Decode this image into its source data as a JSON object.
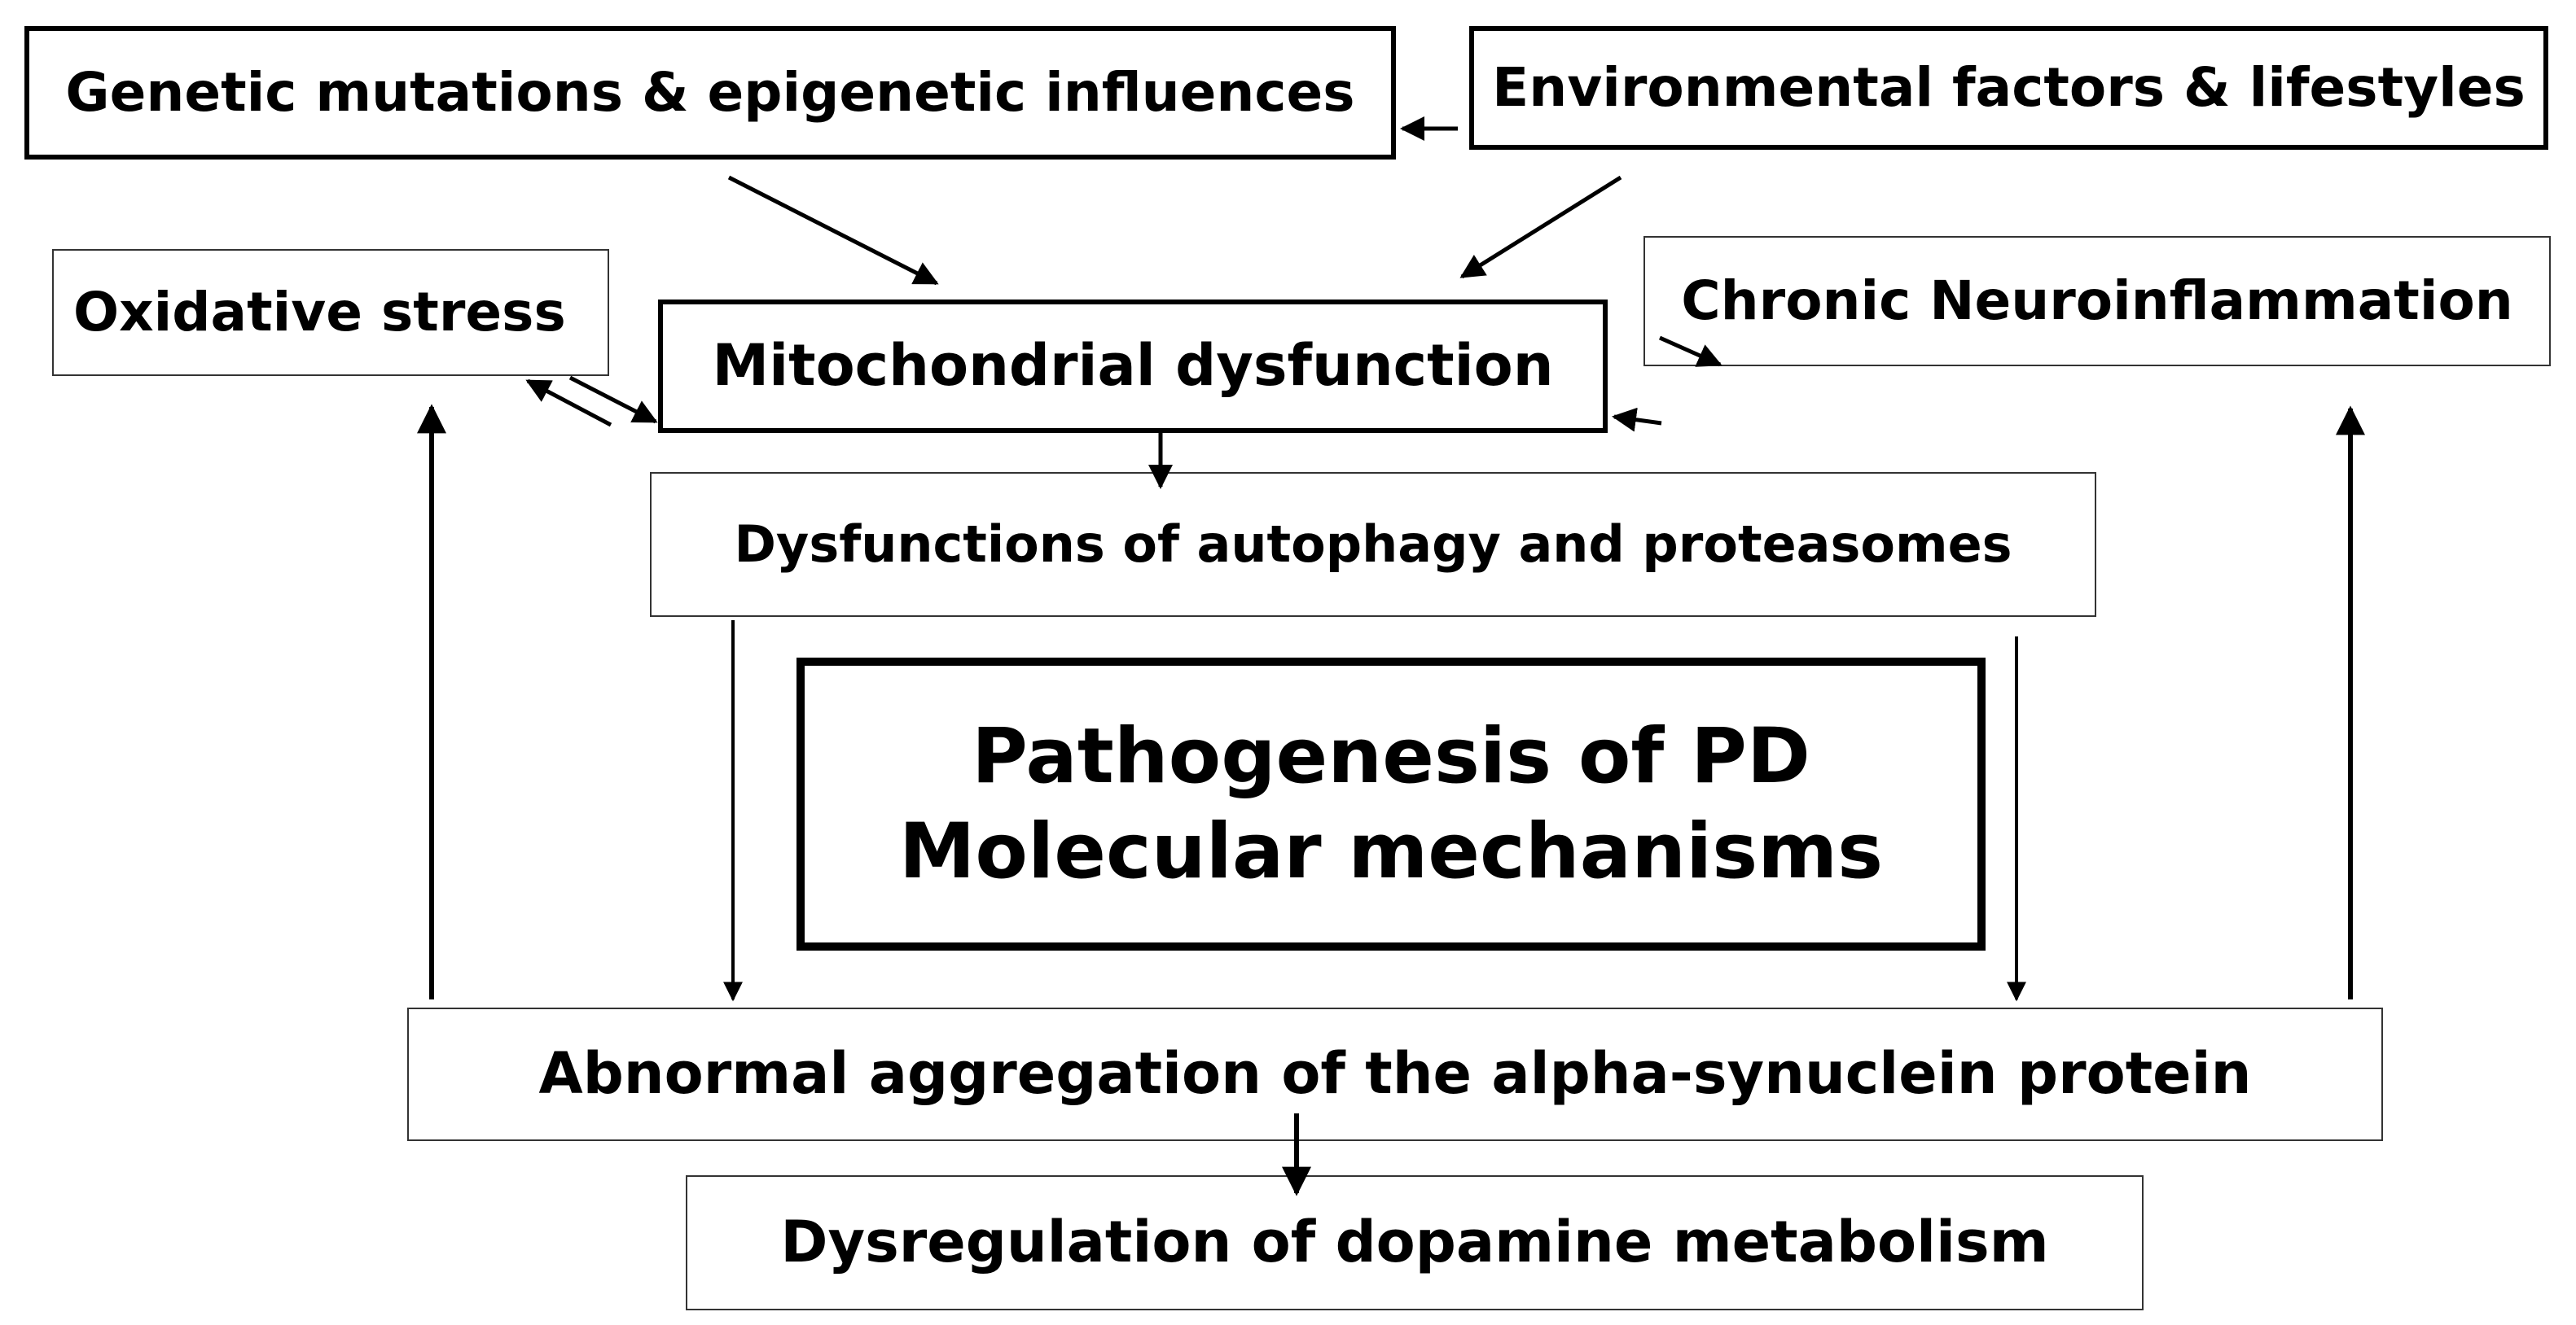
{
  "diagram": {
    "nodes": {
      "genetic": "Genetic mutations & epigenetic influences",
      "environmental": "Environmental factors & lifestyles",
      "oxidative": "Oxidative stress",
      "mitochondrial": "Mitochondrial dysfunction",
      "neuroinflammation": "Chronic Neuroinflammation",
      "autophagy": "Dysfunctions of autophagy and proteasomes",
      "center_line1": "Pathogenesis of PD",
      "center_line2": "Molecular mechanisms",
      "alpha_synuclein": "Abnormal aggregation of the alpha-synuclein protein",
      "dopamine": "Dysregulation of dopamine metabolism"
    },
    "edges": [
      {
        "from": "environmental",
        "to": "genetic"
      },
      {
        "from": "genetic",
        "to": "mitochondrial"
      },
      {
        "from": "environmental",
        "to": "mitochondrial"
      },
      {
        "from": "mitochondrial",
        "to": "oxidative"
      },
      {
        "from": "oxidative",
        "to": "mitochondrial"
      },
      {
        "from": "mitochondrial",
        "to": "neuroinflammation"
      },
      {
        "from": "neuroinflammation",
        "to": "mitochondrial"
      },
      {
        "from": "mitochondrial",
        "to": "autophagy"
      },
      {
        "from": "autophagy",
        "to": "alpha_synuclein"
      },
      {
        "from": "autophagy",
        "to": "alpha_synuclein"
      },
      {
        "from": "alpha_synuclein",
        "to": "oxidative"
      },
      {
        "from": "alpha_synuclein",
        "to": "neuroinflammation"
      },
      {
        "from": "alpha_synuclein",
        "to": "dopamine"
      }
    ]
  }
}
